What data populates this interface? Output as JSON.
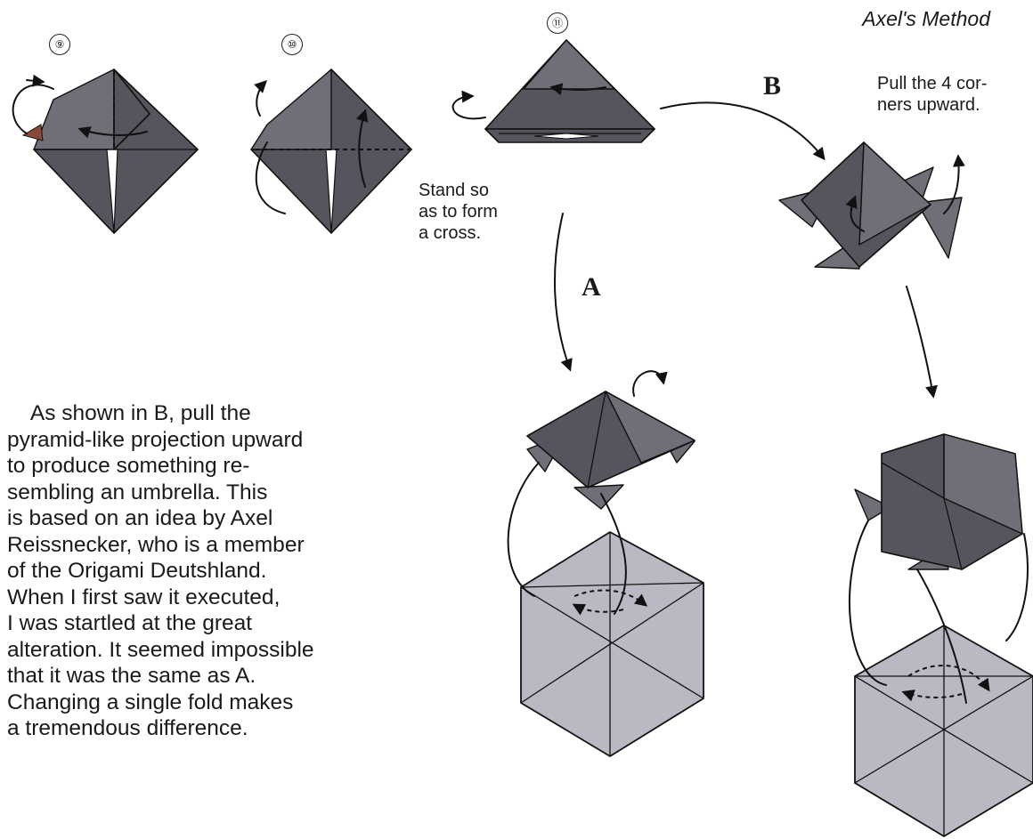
{
  "title": "Axel's Method",
  "steps": [
    "⑨",
    "⑩",
    "⑪"
  ],
  "labels": {
    "a": "A",
    "b": "B"
  },
  "notes": {
    "stand": "Stand so\nas to form\na cross.",
    "pull": "Pull the 4 cor-\nners upward."
  },
  "description": "    As shown in B, pull the\npyramid-like projection upward\nto produce something re-\nsembling an umbrella. This\nis based on an idea by Axel\nReissnecker, who is a member\nof the Origami Deutshland.\nWhen I first saw it executed,\nI was startled at the great\nalteration. It seemed impossible\nthat it was the same as A.\nChanging a single fold makes\na tremendous difference.",
  "colors": {
    "paper_dark": "#55555d",
    "paper_light": "#b9b9c3",
    "ink": "#111111"
  }
}
